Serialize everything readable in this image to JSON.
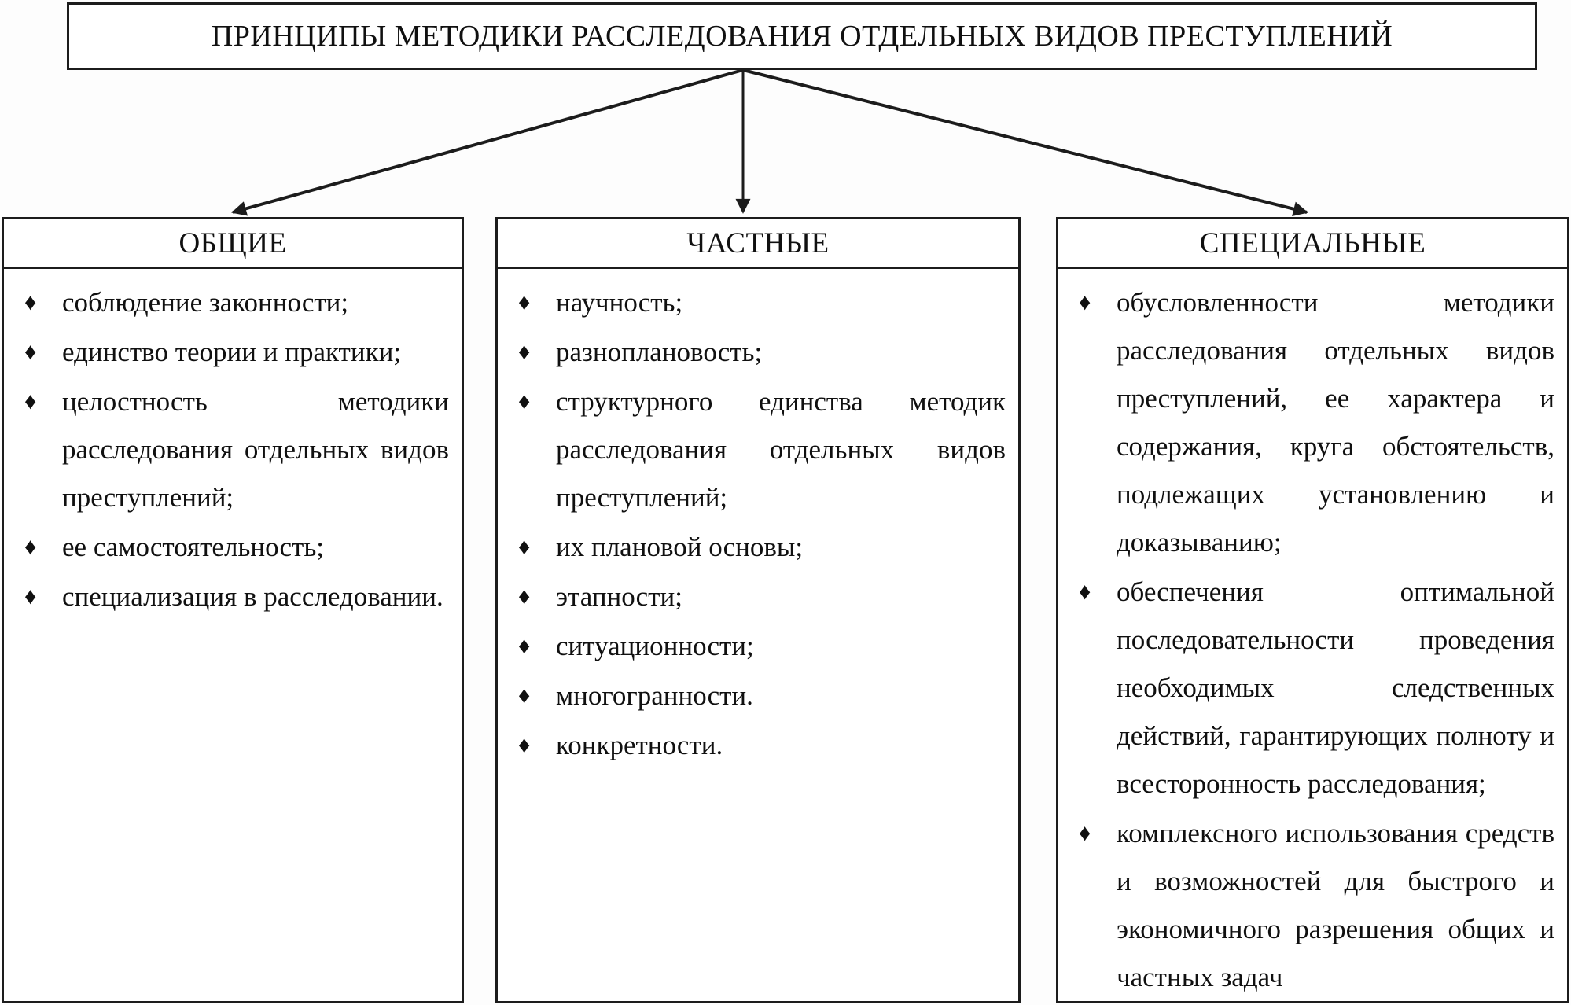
{
  "diagram": {
    "title": "ПРИНЦИПЫ МЕТОДИКИ РАССЛЕДОВАНИЯ ОТДЕЛЬНЫХ ВИДОВ ПРЕСТУПЛЕНИЙ",
    "bullet_glyph": "♦",
    "ink_color": "#1c1c1c",
    "columns": [
      {
        "header": "ОБЩИЕ",
        "items": [
          "соблюдение законности;",
          "единство теории и практики;",
          "целостность методики расследования отдельных видов преступлений;",
          "ее самостоятельность;",
          "специализация в расследовании."
        ]
      },
      {
        "header": "ЧАСТНЫЕ",
        "items": [
          "научность;",
          "разноплановость;",
          "структурного единства методик расследования отдельных видов преступлений;",
          "их плановой основы;",
          "этапности;",
          "ситуационности;",
          "многогранности.",
          "конкретности."
        ]
      },
      {
        "header": "СПЕЦИАЛЬНЫЕ",
        "items": [
          "обусловленности методики расследования отдельных видов преступлений, ее характера и содержания, круга обстоятельств, подлежащих установлению и доказыванию;",
          "обеспечения оптимальной последовательности проведения необходимых следственных действий, гарантирующих полноту и всесторонность расследования;",
          "комплексного использования средств и возможностей для быстрого и экономичного разрешения общих и частных задач"
        ]
      }
    ]
  }
}
